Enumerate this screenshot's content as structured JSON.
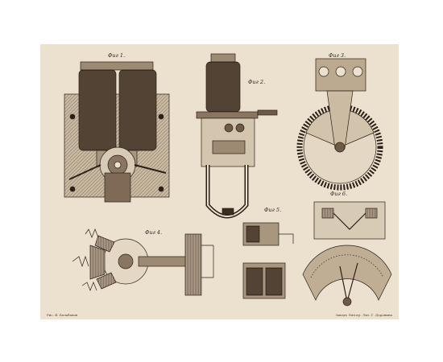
{
  "plate": {
    "background": "#ece1cf",
    "ink": "#2a2018",
    "figure_labels": {
      "fig1": "Фиг 1.",
      "fig2": "Фиг 2.",
      "fig3": "Фиг 3.",
      "fig4": "Фиг 4.",
      "fig5": "Фиг 5.",
      "fig6": "Фиг 6."
    },
    "footer_left": "Рис. Я. Балабанов",
    "footer_right": "Заводъ Литогр. Лит. Г. Доронина"
  }
}
